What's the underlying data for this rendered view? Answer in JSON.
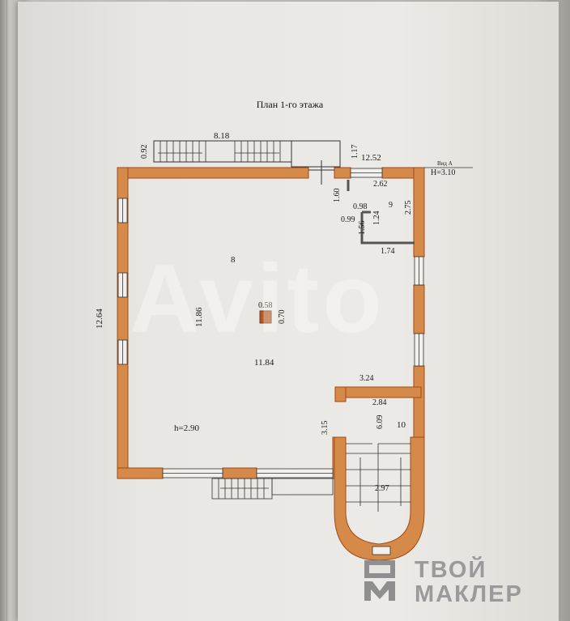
{
  "title": "План 1-го этажа",
  "dimensions": {
    "stair_top_width": "8.18",
    "stair_top_height": "0.92",
    "wall_top_small": "1.17",
    "top_right": "12.52",
    "axis_label": "Вид А",
    "height_label": "Н=3.10",
    "r9_top": "2.62",
    "r9_side": "2.75",
    "wc_a": "1.60",
    "wc_b": "0.98",
    "wc_c": "0.99",
    "wc_d": "1.56",
    "wc_e": "1.24",
    "room9": "9",
    "r9_bottom": "1.74",
    "room8": "8",
    "col_w": "0.58",
    "col_h": "0.70",
    "left_side": "12.64",
    "inner_height": "11.86",
    "inner_width": "11.84",
    "r10_width": "3.24",
    "r10_inner": "2.84",
    "ceiling": "h=2.90",
    "r10_dim": "3.15",
    "r10_length": "6.09",
    "room10": "10",
    "stair_round": "2.97"
  },
  "watermark": "Avito",
  "brand": {
    "line1": "ТВОЙ",
    "line2": "МАКЛЕР"
  },
  "colors": {
    "wall": "#d58a4a",
    "wall_dark": "#b9581c",
    "line": "#2a2a2a"
  }
}
